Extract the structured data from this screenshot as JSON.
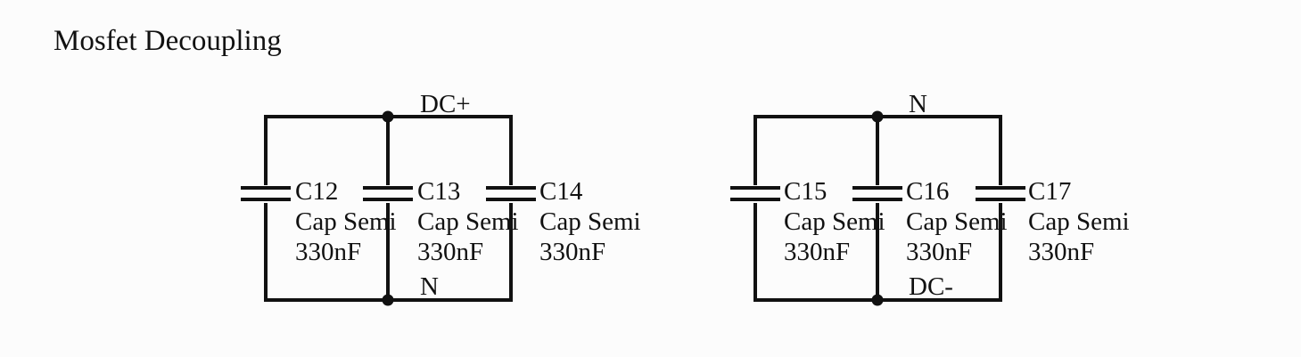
{
  "title": "Mosfet Decoupling",
  "circuits": [
    {
      "top_net": "DC+",
      "bottom_net": "N",
      "capacitors": [
        {
          "designator": "C12",
          "description": "Cap Semi",
          "value": "330nF"
        },
        {
          "designator": "C13",
          "description": "Cap Semi",
          "value": "330nF"
        },
        {
          "designator": "C14",
          "description": "Cap Semi",
          "value": "330nF"
        }
      ]
    },
    {
      "top_net": "N",
      "bottom_net": "DC-",
      "capacitors": [
        {
          "designator": "C15",
          "description": "Cap Semi",
          "value": "330nF"
        },
        {
          "designator": "C16",
          "description": "Cap Semi",
          "value": "330nF"
        },
        {
          "designator": "C17",
          "description": "Cap Semi",
          "value": "330nF"
        }
      ]
    }
  ],
  "colors": {
    "ink": "#111111",
    "background": "#fcfcfc"
  }
}
